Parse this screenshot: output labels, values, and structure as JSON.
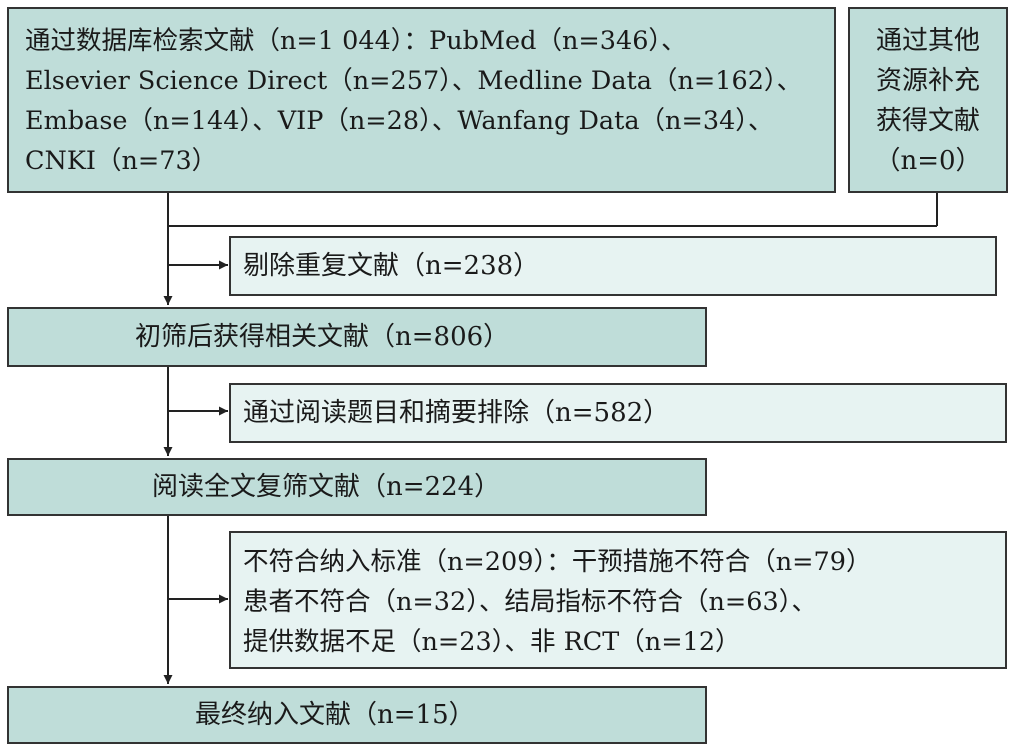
{
  "boxes": {
    "db_search": {
      "lines": [
        "通过数据库检索文献（n=1 044）：PubMed（n=346）、",
        "Elsevier Science Direct（n=257）、Medline Data（n=162）、",
        "Embase（n=144）、VIP（n=28）、Wanfang Data（n=34）、",
        "CNKI（n=73）"
      ]
    },
    "other_sources": {
      "lines": [
        "通过其他",
        "资源补充",
        "获得文献",
        "（n=0）"
      ]
    },
    "remove_duplicates": {
      "text": "剔除重复文献（n=238）"
    },
    "initial_screen": {
      "text": "初筛后获得相关文献（n=806）"
    },
    "title_abstract_exclude": {
      "text": "通过阅读题目和摘要排除（n=582）"
    },
    "fulltext_review": {
      "text": "阅读全文复筛文献（n=224）"
    },
    "criteria_exclude": {
      "lines": [
        "不符合纳入标准（n=209）：干预措施不符合（n=79）",
        "患者不符合（n=32）、结局指标不符合（n=63）、",
        "提供数据不足（n=23）、非 RCT（n=12）"
      ]
    },
    "final_included": {
      "text": "最终纳入文献（n=15）"
    }
  },
  "colors": {
    "main_box_fill": "#bfddd9",
    "exclusion_box_fill": "#e7f3f2",
    "border": "#333333"
  }
}
